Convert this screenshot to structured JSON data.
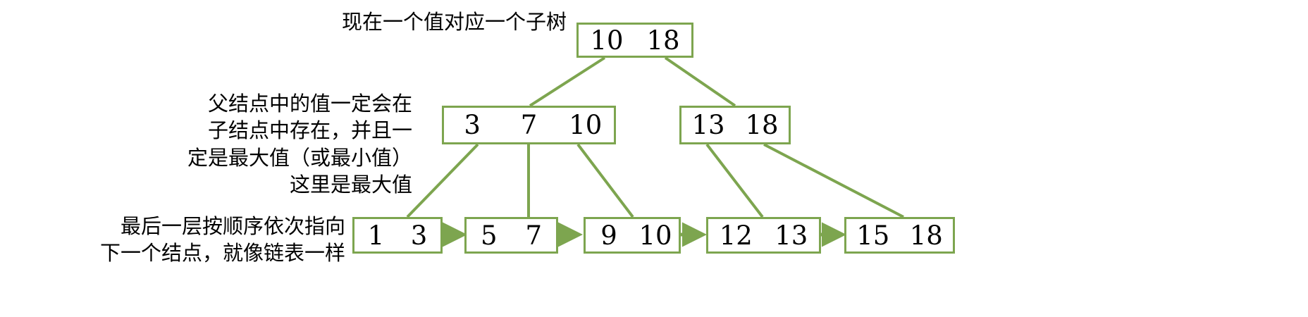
{
  "diagram": {
    "title_note": "现在一个值对应一个子树",
    "accent_color": "#7da54f",
    "text_color": "#000000",
    "background_color": "#ffffff",
    "notes": [
      {
        "id": "note-top",
        "text": "现在一个值对应一个子树"
      },
      {
        "id": "note-parent-rule",
        "text": "父结点中的值一定会在\n子结点中存在，并且一\n定是最大值（或最小值）\n这里是最大值"
      },
      {
        "id": "note-leaf-chain",
        "text": "最后一层按顺序依次指向\n下一个结点，就像链表一样"
      }
    ],
    "levels": [
      {
        "name": "root-level",
        "nodes": [
          {
            "id": "root",
            "keys": [
              "10",
              "18"
            ]
          }
        ]
      },
      {
        "name": "internal-level",
        "nodes": [
          {
            "id": "internal-left",
            "keys": [
              "3",
              "7",
              "10"
            ]
          },
          {
            "id": "internal-right",
            "keys": [
              "13",
              "18"
            ]
          }
        ]
      },
      {
        "name": "leaf-level",
        "nodes": [
          {
            "id": "leaf-1",
            "keys": [
              "1",
              "3"
            ]
          },
          {
            "id": "leaf-2",
            "keys": [
              "5",
              "7"
            ]
          },
          {
            "id": "leaf-3",
            "keys": [
              "9",
              "10"
            ]
          },
          {
            "id": "leaf-4",
            "keys": [
              "12",
              "13"
            ]
          },
          {
            "id": "leaf-5",
            "keys": [
              "15",
              "18"
            ]
          }
        ]
      }
    ]
  }
}
